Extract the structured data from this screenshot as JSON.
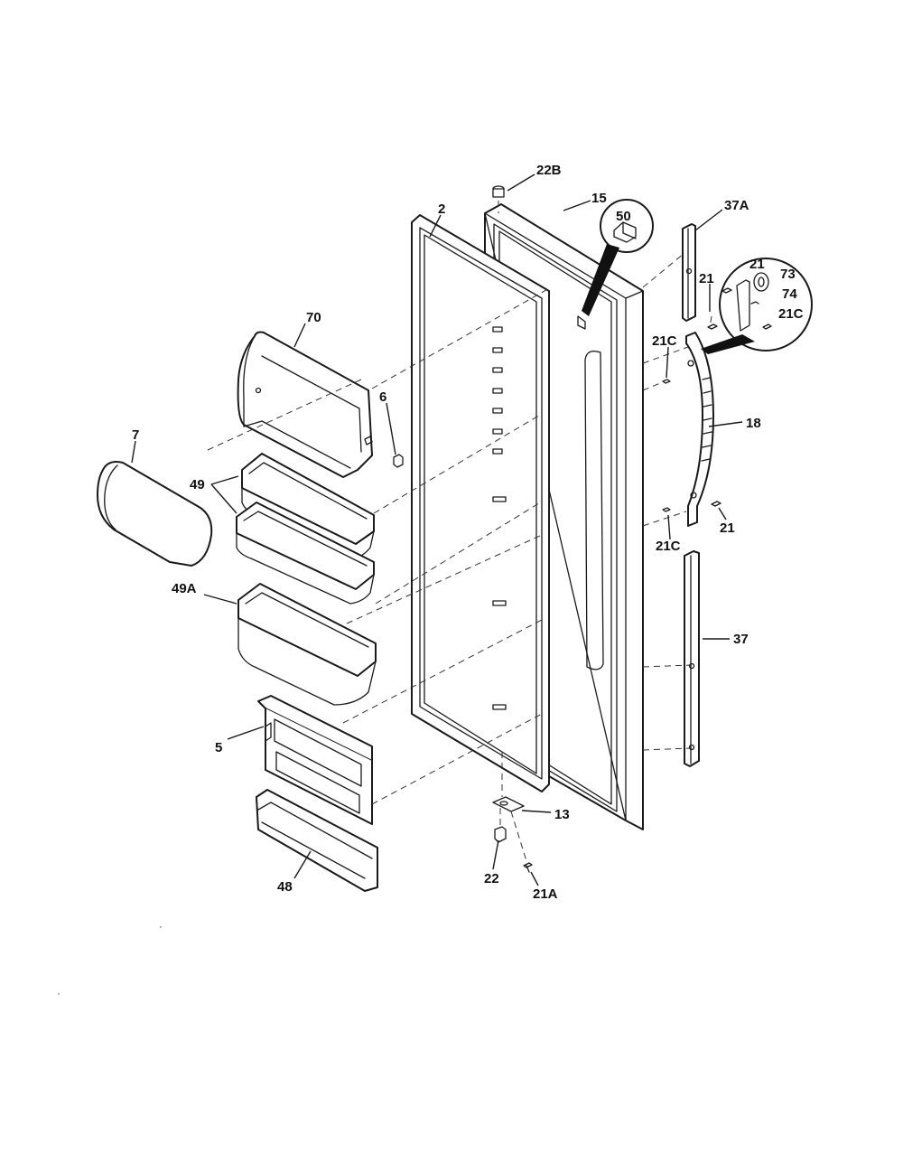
{
  "callouts": {
    "c22B": "22B",
    "c2": "2",
    "c15": "15",
    "c50": "50",
    "c37A": "37A",
    "c70": "70",
    "c21_top": "21",
    "c21_inset": "21",
    "c73": "73",
    "c74": "74",
    "c21C_inset": "21C",
    "c21C_upper": "21C",
    "c6": "6",
    "c7": "7",
    "c49": "49",
    "c18": "18",
    "c21_lower": "21",
    "c21C_lower": "21C",
    "c49A": "49A",
    "c37": "37",
    "c5": "5",
    "c13": "13",
    "c22": "22",
    "c21A": "21A",
    "c48": "48"
  }
}
